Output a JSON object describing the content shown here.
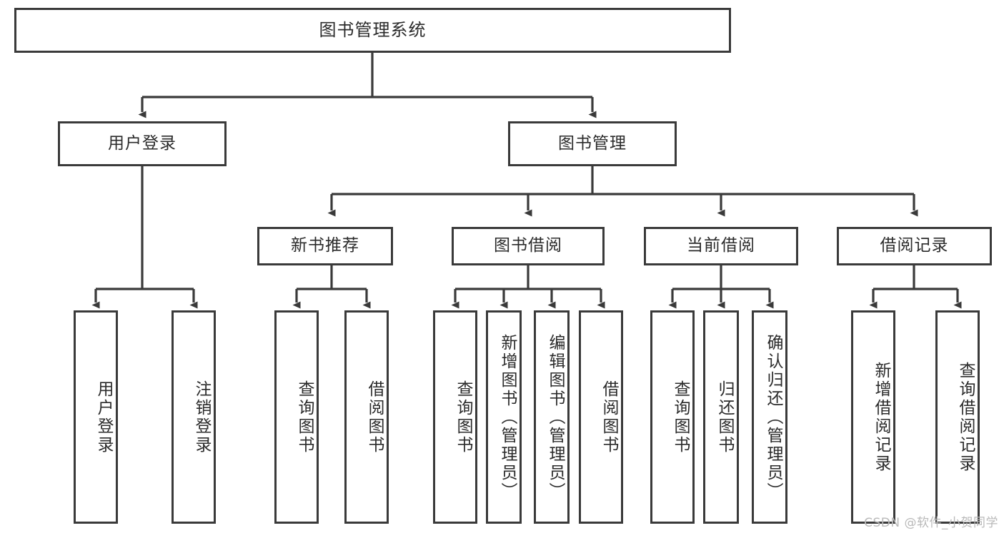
{
  "diagram": {
    "title": "图书管理系统",
    "type": "tree-hierarchy",
    "watermark": "CSDN @软件_小贺同学",
    "colors": {
      "box_border": "#3a3a3a",
      "box_fill": "#ffffff",
      "connector": "#3a3a3a",
      "text": "#2b2b2b",
      "watermark": "#b9b9b9",
      "background": "#ffffff"
    }
  },
  "nodes": {
    "root": {
      "label": "图书管理系统"
    },
    "level2": [
      {
        "id": "user-login",
        "label": "用户登录"
      },
      {
        "id": "book-manage",
        "label": "图书管理"
      }
    ],
    "level3": [
      {
        "id": "new-book-recommend",
        "label": "新书推荐"
      },
      {
        "id": "book-borrow",
        "label": "图书借阅"
      },
      {
        "id": "current-borrow",
        "label": "当前借阅"
      },
      {
        "id": "borrow-record",
        "label": "借阅记录"
      }
    ],
    "leaves": {
      "user_login": [
        {
          "id": "leaf-user-login",
          "label": "用户登录"
        },
        {
          "id": "leaf-logout-login",
          "label": "注销登录"
        }
      ],
      "new_book_recommend": [
        {
          "id": "leaf-query-book-1",
          "label": "查询图书"
        },
        {
          "id": "leaf-borrow-book-1",
          "label": "借阅图书"
        }
      ],
      "book_borrow": [
        {
          "id": "leaf-query-book-2",
          "label": "查询图书"
        },
        {
          "id": "leaf-add-book",
          "label": "新增图书（管理员）"
        },
        {
          "id": "leaf-edit-book",
          "label": "编辑图书（管理员）"
        },
        {
          "id": "leaf-borrow-book-2",
          "label": "借阅图书"
        }
      ],
      "current_borrow": [
        {
          "id": "leaf-query-book-3",
          "label": "查询图书"
        },
        {
          "id": "leaf-return-book",
          "label": "归还图书"
        },
        {
          "id": "leaf-confirm-return",
          "label": "确认归还（管理员）"
        }
      ],
      "borrow_record": [
        {
          "id": "leaf-add-record",
          "label": "新增借阅记录"
        },
        {
          "id": "leaf-query-record",
          "label": "查询借阅记录"
        }
      ]
    }
  }
}
